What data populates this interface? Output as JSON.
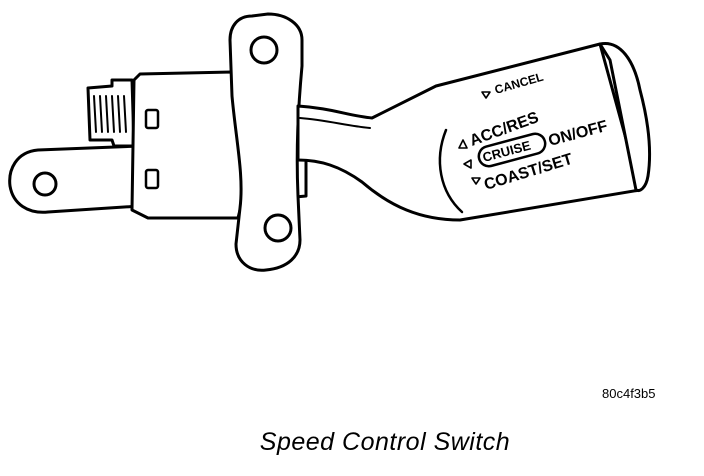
{
  "labels": {
    "cancel": "CANCEL",
    "acc_res": "ACC/RES",
    "cruise": "CRUISE",
    "on_off": "ON/OFF",
    "coast_set": "COAST/SET"
  },
  "reference_code": "80c4f3b5",
  "caption": "Speed Control Switch"
}
